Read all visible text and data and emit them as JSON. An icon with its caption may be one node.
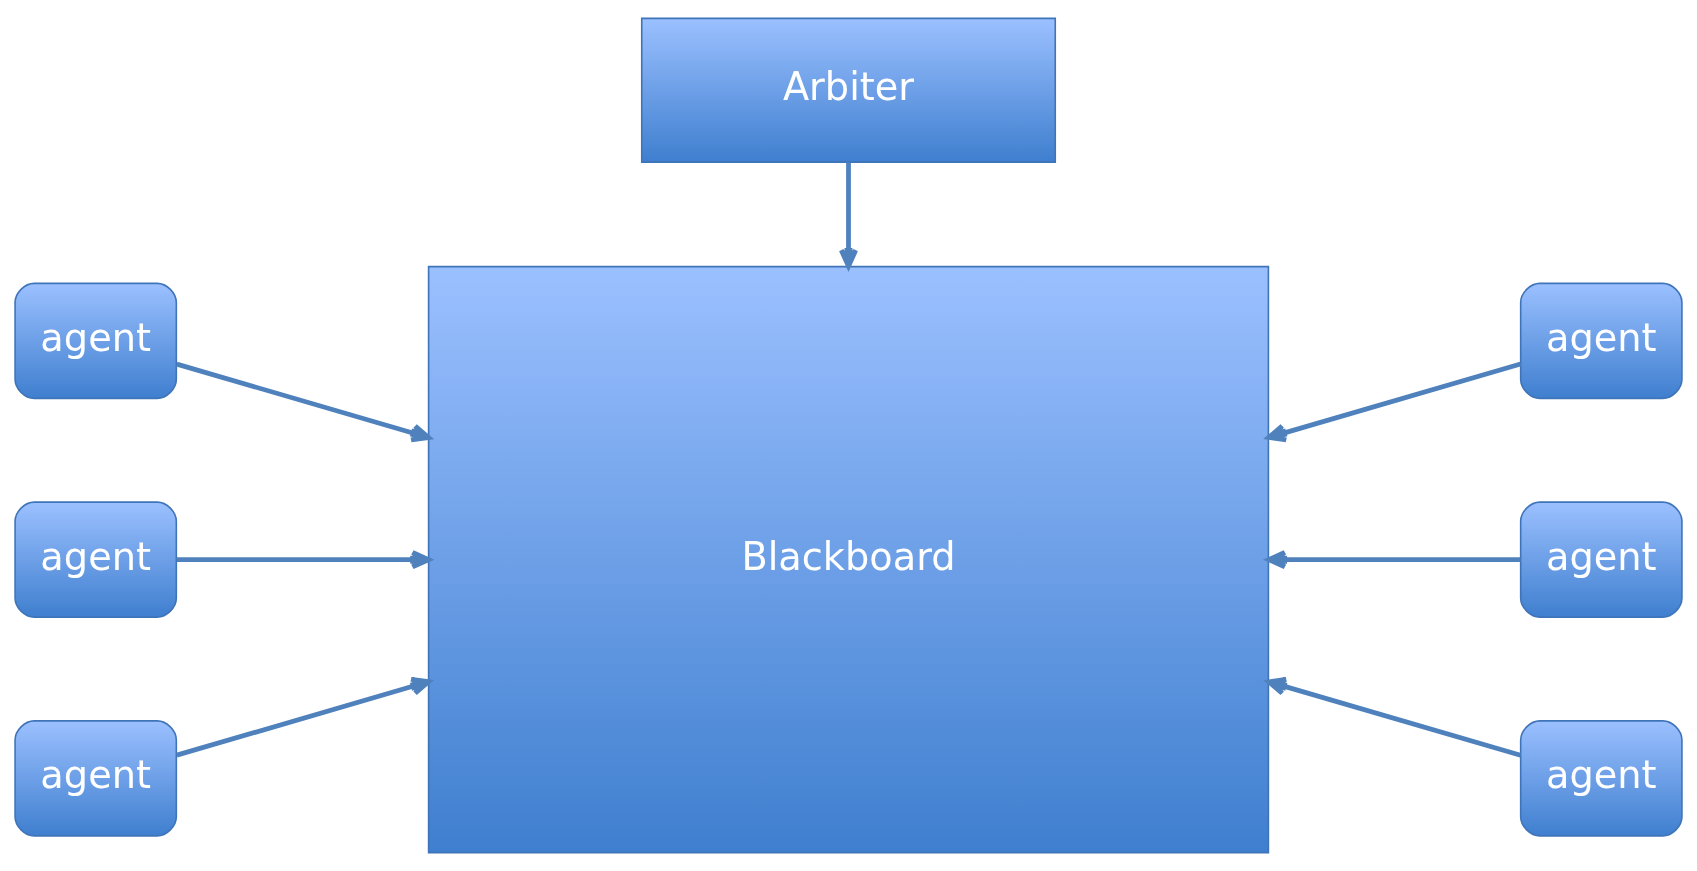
{
  "diagram": {
    "nodes": [
      {
        "text": [
          "Arbiter"
        ]
      },
      {
        "text": [
          "agent"
        ]
      },
      {
        "text": [
          "agent"
        ]
      },
      {
        "text": [
          "agent"
        ]
      },
      {
        "text": [
          "Blackboard"
        ]
      },
      {
        "text": [
          "agent"
        ]
      },
      {
        "text": [
          "agent"
        ]
      },
      {
        "text": [
          "agent"
        ]
      }
    ],
    "edges": [
      {
        "from": 0,
        "to": 4,
        "arrow": "to"
      },
      {
        "from": 1,
        "to": 4,
        "arrow": "to"
      },
      {
        "from": 2,
        "to": 4,
        "arrow": "to"
      },
      {
        "from": 3,
        "to": 4,
        "arrow": "to"
      },
      {
        "from": 5,
        "to": 4,
        "arrow": "to"
      },
      {
        "from": 6,
        "to": 4,
        "arrow": "to"
      },
      {
        "from": 7,
        "to": 4,
        "arrow": "to"
      }
    ]
  }
}
